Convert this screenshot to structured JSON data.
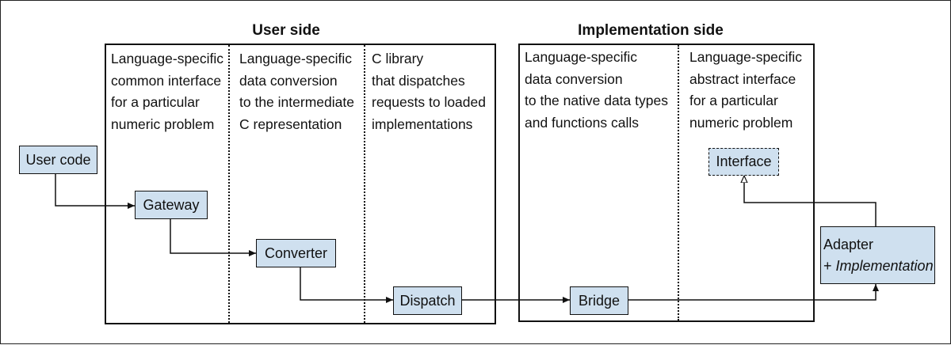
{
  "groups": {
    "user": {
      "title": "User side",
      "columns": [
        [
          "Language-specific",
          "common interface",
          "for a particular",
          "numeric problem"
        ],
        [
          "Language-specific",
          "data conversion",
          "to the intermediate",
          "C representation"
        ],
        [
          "C library",
          "that dispatches",
          "requests to loaded",
          "implementations"
        ]
      ]
    },
    "impl": {
      "title": "Implementation side",
      "columns": [
        [
          "Language-specific",
          "data conversion",
          "to the native data types",
          "and functions calls"
        ],
        [
          "Language-specific",
          "abstract interface",
          "for a particular",
          "numeric problem"
        ]
      ]
    }
  },
  "nodes": {
    "user_code": "User code",
    "gateway": "Gateway",
    "converter": "Converter",
    "dispatch": "Dispatch",
    "bridge": "Bridge",
    "interface": "Interface",
    "adapter": "Adapter",
    "implementation_prefix": "+ ",
    "implementation": "Implementation"
  },
  "colors": {
    "node_fill": "#cfe0ef",
    "line": "#111111"
  }
}
